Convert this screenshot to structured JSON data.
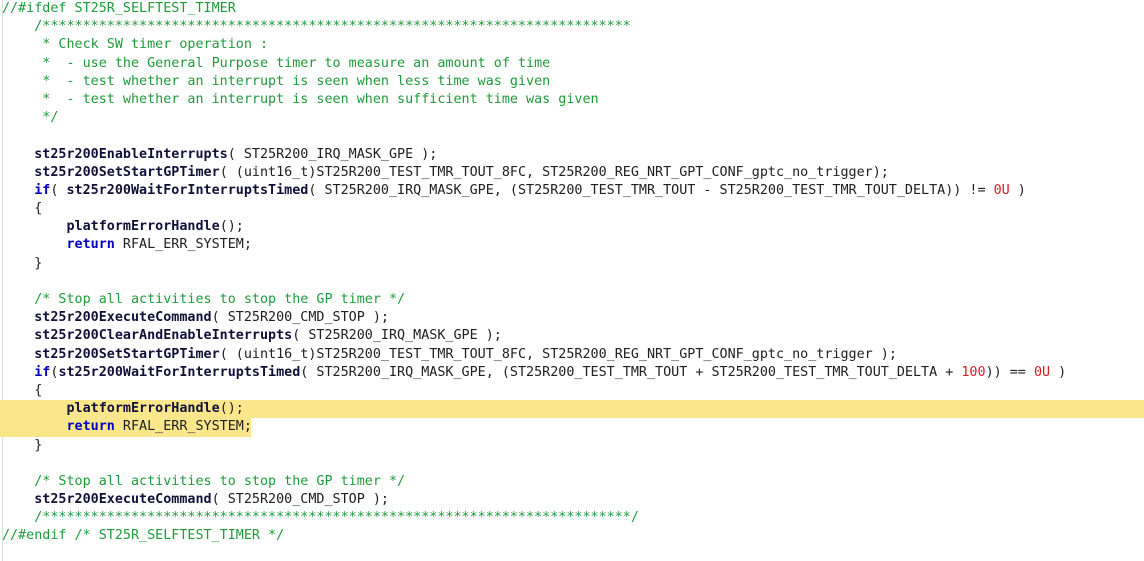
{
  "editor": {
    "language": "c",
    "background_color": "#ffffff",
    "highlight_color": "#FCE68C",
    "colors": {
      "comment": "#1F9A3C",
      "keyword": "#0000C0",
      "function": "#101038",
      "identifier": "#202020",
      "number": "#E01B24"
    }
  },
  "lines": [
    {
      "id": "l1",
      "indent": 0,
      "highlight": "none",
      "text": "//#ifdef ST25R_SELFTEST_TIMER",
      "tokens": [
        {
          "t": "//#ifdef ST25R_SELFTEST_TIMER",
          "c": "cmt"
        }
      ]
    },
    {
      "id": "l2",
      "indent": 4,
      "highlight": "none",
      "text": "    /*************************************************************************",
      "tokens": [
        {
          "t": "    /*************************************************************************",
          "c": "cmt"
        }
      ]
    },
    {
      "id": "l3",
      "indent": 5,
      "highlight": "none",
      "text": "     * Check SW timer operation :",
      "tokens": [
        {
          "t": "     * Check SW timer operation :",
          "c": "cmt"
        }
      ]
    },
    {
      "id": "l4",
      "indent": 5,
      "highlight": "none",
      "text": "     *  - use the General Purpose timer to measure an amount of time",
      "tokens": [
        {
          "t": "     *  - use the General Purpose timer to measure an amount of time",
          "c": "cmt"
        }
      ]
    },
    {
      "id": "l5",
      "indent": 5,
      "highlight": "none",
      "text": "     *  - test whether an interrupt is seen when less time was given",
      "tokens": [
        {
          "t": "     *  - test whether an interrupt is seen when less time was given",
          "c": "cmt"
        }
      ]
    },
    {
      "id": "l6",
      "indent": 5,
      "highlight": "none",
      "text": "     *  - test whether an interrupt is seen when sufficient time was given",
      "tokens": [
        {
          "t": "     *  - test whether an interrupt is seen when sufficient time was given",
          "c": "cmt"
        }
      ]
    },
    {
      "id": "l7",
      "indent": 5,
      "highlight": "none",
      "text": "     */",
      "tokens": [
        {
          "t": "     */",
          "c": "cmt"
        }
      ]
    },
    {
      "id": "l8",
      "indent": 0,
      "highlight": "none",
      "text": "",
      "tokens": []
    },
    {
      "id": "l9",
      "indent": 4,
      "highlight": "none",
      "text": "    st25r200EnableInterrupts( ST25R200_IRQ_MASK_GPE );",
      "tokens": [
        {
          "t": "    ",
          "c": "id"
        },
        {
          "t": "st25r200EnableInterrupts",
          "c": "fn"
        },
        {
          "t": "( ",
          "c": "punc"
        },
        {
          "t": "ST25R200_IRQ_MASK_GPE",
          "c": "id"
        },
        {
          "t": " );",
          "c": "punc"
        }
      ]
    },
    {
      "id": "l10",
      "indent": 4,
      "highlight": "none",
      "text": "    st25r200SetStartGPTimer( (uint16_t)ST25R200_TEST_TMR_TOUT_8FC, ST25R200_REG_NRT_GPT_CONF_gptc_no_trigger);",
      "tokens": [
        {
          "t": "    ",
          "c": "id"
        },
        {
          "t": "st25r200SetStartGPTimer",
          "c": "fn"
        },
        {
          "t": "( (uint16_t)ST25R200_TEST_TMR_TOUT_8FC, ST25R200_REG_NRT_GPT_CONF_gptc_no_trigger);",
          "c": "id"
        }
      ]
    },
    {
      "id": "l11",
      "indent": 4,
      "highlight": "none",
      "text": "    if( st25r200WaitForInterruptsTimed( ST25R200_IRQ_MASK_GPE, (ST25R200_TEST_TMR_TOUT - ST25R200_TEST_TMR_TOUT_DELTA)) != 0U )",
      "tokens": [
        {
          "t": "    ",
          "c": "id"
        },
        {
          "t": "if",
          "c": "kw"
        },
        {
          "t": "( ",
          "c": "punc"
        },
        {
          "t": "st25r200WaitForInterruptsTimed",
          "c": "fn"
        },
        {
          "t": "( ST25R200_IRQ_MASK_GPE, (ST25R200_TEST_TMR_TOUT - ST25R200_TEST_TMR_TOUT_DELTA)) != ",
          "c": "id"
        },
        {
          "t": "0U",
          "c": "num"
        },
        {
          "t": " )",
          "c": "punc"
        }
      ]
    },
    {
      "id": "l12",
      "indent": 4,
      "highlight": "none",
      "text": "    {",
      "tokens": [
        {
          "t": "    {",
          "c": "punc"
        }
      ]
    },
    {
      "id": "l13",
      "indent": 8,
      "highlight": "none",
      "text": "        platformErrorHandle();",
      "tokens": [
        {
          "t": "        ",
          "c": "id"
        },
        {
          "t": "platformErrorHandle",
          "c": "fn"
        },
        {
          "t": "();",
          "c": "punc"
        }
      ]
    },
    {
      "id": "l14",
      "indent": 8,
      "highlight": "none",
      "text": "        return RFAL_ERR_SYSTEM;",
      "tokens": [
        {
          "t": "        ",
          "c": "id"
        },
        {
          "t": "return",
          "c": "kw"
        },
        {
          "t": " RFAL_ERR_SYSTEM;",
          "c": "id"
        }
      ]
    },
    {
      "id": "l15",
      "indent": 4,
      "highlight": "none",
      "text": "    }",
      "tokens": [
        {
          "t": "    }",
          "c": "punc"
        }
      ]
    },
    {
      "id": "l16",
      "indent": 0,
      "highlight": "none",
      "text": "",
      "tokens": []
    },
    {
      "id": "l17",
      "indent": 4,
      "highlight": "none",
      "text": "    /* Stop all activities to stop the GP timer */",
      "tokens": [
        {
          "t": "    /* Stop all activities to stop the GP timer */",
          "c": "cmt"
        }
      ]
    },
    {
      "id": "l18",
      "indent": 4,
      "highlight": "none",
      "text": "    st25r200ExecuteCommand( ST25R200_CMD_STOP );",
      "tokens": [
        {
          "t": "    ",
          "c": "id"
        },
        {
          "t": "st25r200ExecuteCommand",
          "c": "fn"
        },
        {
          "t": "( ",
          "c": "punc"
        },
        {
          "t": "ST25R200_CMD_STOP",
          "c": "id"
        },
        {
          "t": " );",
          "c": "punc"
        }
      ]
    },
    {
      "id": "l19",
      "indent": 4,
      "highlight": "none",
      "text": "    st25r200ClearAndEnableInterrupts( ST25R200_IRQ_MASK_GPE );",
      "tokens": [
        {
          "t": "    ",
          "c": "id"
        },
        {
          "t": "st25r200ClearAndEnableInterrupts",
          "c": "fn"
        },
        {
          "t": "( ",
          "c": "punc"
        },
        {
          "t": "ST25R200_IRQ_MASK_GPE",
          "c": "id"
        },
        {
          "t": " );",
          "c": "punc"
        }
      ]
    },
    {
      "id": "l20",
      "indent": 4,
      "highlight": "none",
      "text": "    st25r200SetStartGPTimer( (uint16_t)ST25R200_TEST_TMR_TOUT_8FC, ST25R200_REG_NRT_GPT_CONF_gptc_no_trigger );",
      "tokens": [
        {
          "t": "    ",
          "c": "id"
        },
        {
          "t": "st25r200SetStartGPTimer",
          "c": "fn"
        },
        {
          "t": "( (uint16_t)ST25R200_TEST_TMR_TOUT_8FC, ST25R200_REG_NRT_GPT_CONF_gptc_no_trigger );",
          "c": "id"
        }
      ]
    },
    {
      "id": "l21",
      "indent": 4,
      "highlight": "none",
      "text": "    if(st25r200WaitForInterruptsTimed( ST25R200_IRQ_MASK_GPE, (ST25R200_TEST_TMR_TOUT + ST25R200_TEST_TMR_TOUT_DELTA + 100)) == 0U )",
      "tokens": [
        {
          "t": "    ",
          "c": "id"
        },
        {
          "t": "if",
          "c": "kw"
        },
        {
          "t": "(",
          "c": "punc"
        },
        {
          "t": "st25r200WaitForInterruptsTimed",
          "c": "fn"
        },
        {
          "t": "( ST25R200_IRQ_MASK_GPE, (ST25R200_TEST_TMR_TOUT + ST25R200_TEST_TMR_TOUT_DELTA + ",
          "c": "id"
        },
        {
          "t": "100",
          "c": "num"
        },
        {
          "t": ")) == ",
          "c": "id"
        },
        {
          "t": "0U",
          "c": "num"
        },
        {
          "t": " )",
          "c": "punc"
        }
      ]
    },
    {
      "id": "l22",
      "indent": 4,
      "highlight": "none",
      "text": "    {",
      "tokens": [
        {
          "t": "    {",
          "c": "punc"
        }
      ]
    },
    {
      "id": "l23",
      "indent": 8,
      "highlight": "full",
      "highlight_width": 1144,
      "text": "        platformErrorHandle();",
      "tokens": [
        {
          "t": "        ",
          "c": "id"
        },
        {
          "t": "platformErrorHandle",
          "c": "fn"
        },
        {
          "t": "();",
          "c": "punc"
        }
      ]
    },
    {
      "id": "l24",
      "indent": 8,
      "highlight": "partial",
      "highlight_width": 251,
      "text": "        return RFAL_ERR_SYSTEM;",
      "tokens": [
        {
          "t": "        ",
          "c": "id"
        },
        {
          "t": "return",
          "c": "kw"
        },
        {
          "t": " RFAL_ERR_SYSTEM;",
          "c": "id"
        }
      ]
    },
    {
      "id": "l25",
      "indent": 4,
      "highlight": "none",
      "text": "    }",
      "tokens": [
        {
          "t": "    }",
          "c": "punc"
        }
      ]
    },
    {
      "id": "l26",
      "indent": 0,
      "highlight": "none",
      "text": "",
      "tokens": []
    },
    {
      "id": "l27",
      "indent": 4,
      "highlight": "none",
      "text": "    /* Stop all activities to stop the GP timer */",
      "tokens": [
        {
          "t": "    /* Stop all activities to stop the GP timer */",
          "c": "cmt"
        }
      ]
    },
    {
      "id": "l28",
      "indent": 4,
      "highlight": "none",
      "text": "    st25r200ExecuteCommand( ST25R200_CMD_STOP );",
      "tokens": [
        {
          "t": "    ",
          "c": "id"
        },
        {
          "t": "st25r200ExecuteCommand",
          "c": "fn"
        },
        {
          "t": "( ",
          "c": "punc"
        },
        {
          "t": "ST25R200_CMD_STOP",
          "c": "id"
        },
        {
          "t": " );",
          "c": "punc"
        }
      ]
    },
    {
      "id": "l29",
      "indent": 4,
      "highlight": "none",
      "text": "    /*************************************************************************/",
      "tokens": [
        {
          "t": "    /*************************************************************************/",
          "c": "cmt"
        }
      ]
    },
    {
      "id": "l30",
      "indent": 0,
      "highlight": "none",
      "text": "//#endif /* ST25R_SELFTEST_TIMER */",
      "tokens": [
        {
          "t": "//#endif /* ST25R_SELFTEST_TIMER */",
          "c": "cmt"
        }
      ]
    }
  ]
}
